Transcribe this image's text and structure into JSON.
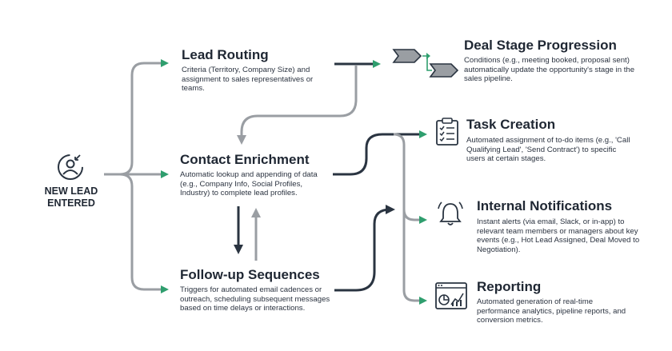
{
  "start": {
    "label_line1": "NEW LEAD",
    "label_line2": "ENTERED",
    "icon": "user-plus-icon"
  },
  "nodes": {
    "lead_routing": {
      "title": "Lead Routing",
      "desc": "Criteria (Territory, Company Size) and assignment to sales representatives or teams."
    },
    "deal_stage": {
      "title": "Deal Stage Progression",
      "desc": "Conditions (e.g., meeting booked, proposal sent) automatically update the opportunity's stage in the sales pipeline.",
      "icon": "stage-arrows-icon"
    },
    "contact_enrichment": {
      "title": "Contact Enrichment",
      "desc": "Automatic lookup and appending of data (e.g., Company Info, Social Profiles, Industry) to complete lead profiles."
    },
    "task_creation": {
      "title": "Task Creation",
      "desc": "Automated assignment of to-do items (e.g., 'Call Qualifying Lead', 'Send Contract') to specific users at certain stages.",
      "icon": "checklist-icon"
    },
    "internal_notifications": {
      "title": "Internal Notifications",
      "desc": "Instant alerts (via email, Slack, or in-app) to relevant team members or managers about key events (e.g., Hot Lead Assigned, Deal Moved to Negotiation).",
      "icon": "bell-icon"
    },
    "follow_up": {
      "title": "Follow-up Sequences",
      "desc": "Triggers for automated email cadences or outreach, scheduling subsequent messages based on time delays or interactions."
    },
    "reporting": {
      "title": "Reporting",
      "desc": "Automated generation of real-time performance analytics, pipeline reports, and conversion metrics.",
      "icon": "dashboard-chart-icon"
    }
  },
  "colors": {
    "gray_line": "#9a9ea3",
    "dark_line": "#2a3441",
    "green_arrow": "#2f9e6e",
    "text": "#1f2733"
  }
}
